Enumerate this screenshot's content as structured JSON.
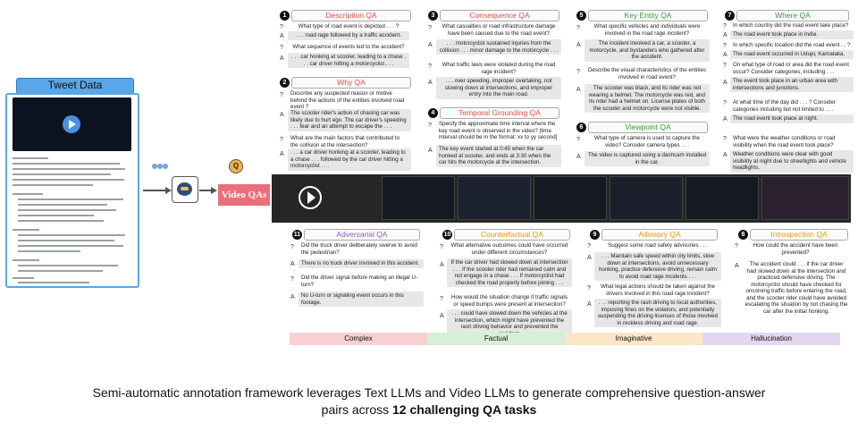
{
  "tweet_title": "Tweet Data",
  "video_qas": "Video QAs",
  "categories": [
    "Complex",
    "Factual",
    "Imaginative",
    "Hallucination"
  ],
  "sections": {
    "description": {
      "num": "1",
      "title": "Description QA",
      "q1": "What type of road event is depicted . . . ?",
      "a1": ". . . road rage followed by a traffic accident.",
      "q2": "What sequence of events led to the accident?",
      "a2": ". . . car honking at scooter, leading to a chase . . . car driver hitting a motorcyclist . . ."
    },
    "why": {
      "num": "2",
      "title": "Why QA",
      "q1": "Describe any suspected reason or motive behind the actions of the entities involved road event ?",
      "a1": "The scooter rider's action of chasing car was likely due to hurt ego. The car driver's speeding . . . fear and an attempt to escape the . . .",
      "q2": "What are the main factors that contributed to the collision at the intersection?",
      "a2": ". . . a car driver honking at a scooter, leading to a chase . . . followed by the car driver hitting a motorcyclist . . ."
    },
    "consequence": {
      "num": "3",
      "title": "Consequence QA",
      "q1": "What casualties or road infrastructure damage have been caused due to the road event?",
      "a1": ". . . motorcyclist sustained injuries from the collision . . . minor damage to the motorcycle . . .",
      "q2": "What traffic laws were violated during the road rage incident?",
      "a2": ". . . over speeding, improper overtaking, not slowing down at intersections, and improper entry into the main road."
    },
    "temporal": {
      "num": "4",
      "title": "Temporal Grounding QA",
      "q1": "Specify the approximate time interval where the key road event is observed in the video? [time interval should be in the format: xx to yy second]",
      "a1": "The key event started at 0:45 when the car honked at scooter, and ends at 3:30 when the car hits the motorcycle at the intersection."
    },
    "entity": {
      "num": "5",
      "title": "Key Entity QA",
      "q1": "What specific vehicles and individuals were involved in the road rage incident?",
      "a1": "The incident involved a car, a scooter, a motorcycle, and bystanders who gathered after the accident.",
      "q2": "Describe the visual characteristics of the entities involved in road event?",
      "a2": "The scooter was black, and its rider was not wearing a helmet. The motorcycle was red, and its rider had a helmet on. License plates of both the scooter and motorcycle were not visible."
    },
    "viewpoint": {
      "num": "6",
      "title": "Viewpoint QA",
      "q1": "What type of camera is used to capture the video? Consider camera types . . .",
      "a1": "The video is captured using a dashcam installed in the car."
    },
    "where": {
      "num": "7",
      "title": "Where QA",
      "q1": "In which country did the road event take place?",
      "a1": "The road event took place in India.",
      "q2": "In which specific location did the road event . . ?",
      "a2": "The road event occurred in Udupi, Karnataka.",
      "q3": "On what type of road or area did the road event occur? Consider categories, including . . .",
      "a3": "The event took place in an urban area with intersections and junctions.",
      "q4": "At what time of the day did . . . ? Consider categories including but not limited to . . .",
      "a4": "The road event took place at night.",
      "q5": "What were the weather conditions or road visibility when the road event took place?",
      "a5": "Weather conditions were clear with good visibility at night due to streetlights and vehicle headlights."
    },
    "introspection": {
      "num": "8",
      "title": "Introspection QA",
      "q1": "How could the accident have been prevented?",
      "a1": "The accident could . . . if the car driver had slowed down at the intersection and practiced defensive driving. The motorcyclist should have checked for oncoming traffic before entering the road, and the scooter rider could have avoided escalating the situation by not chasing the car after the initial honking."
    },
    "advisory": {
      "num": "9",
      "title": "Advisory QA",
      "q1": "Suggest some road safety advisories . . .",
      "a1": ". . . Maintain safe speed within city limits, slow down at intersections, avoid unnecessary honking, practice defensive driving, remain calm to avoid road rage incidents . . .",
      "q2": "What legal actions should be taken against the drivers involved in this road rage incident?",
      "a2": ". . . reporting the rash driving to local authorities, imposing fines on the violators, and potentially suspending the driving licenses of those involved in reckless driving and road rage."
    },
    "counterfactual": {
      "num": "10",
      "title": "Counterfactual QA",
      "q1": "What alternative outcomes could have occurred under different circumstances?",
      "a1": "If the car driver had slowed down at intersection . . . If the scooter rider had remained calm and not engage in a chase . . . If motorcyclist had checked the road properly before joining . . .",
      "q2": "How would the situation change if traffic signals or speed bumps were present at intersection?",
      "a2": ". . . could have slowed down the vehicles at the intersection, which might have prevented the rash driving behavior and prevented the accident."
    },
    "adversarial": {
      "num": "11",
      "title": "Adversarial QA",
      "q1": "Did the truck driver deliberately swerve to avoid the pedestrian?",
      "a1": "There is no truck driver involved in this accident.",
      "q2": "Did the driver signal before making an illegal U-turn?",
      "a2": "No U-turn or signaling event occurs in this footage."
    }
  },
  "caption_line1": "Semi-automatic annotation framework leverages Text LLMs and Video LLMs to generate comprehensive question-answer",
  "caption_line2_pre": "pairs across ",
  "caption_line2_bold": "12 challenging QA tasks",
  "colors": {
    "red": "#e8707a",
    "green": "#7cc47c",
    "orange": "#f2b04a",
    "purple": "#a483c7",
    "blue": "#5aa6e6"
  }
}
